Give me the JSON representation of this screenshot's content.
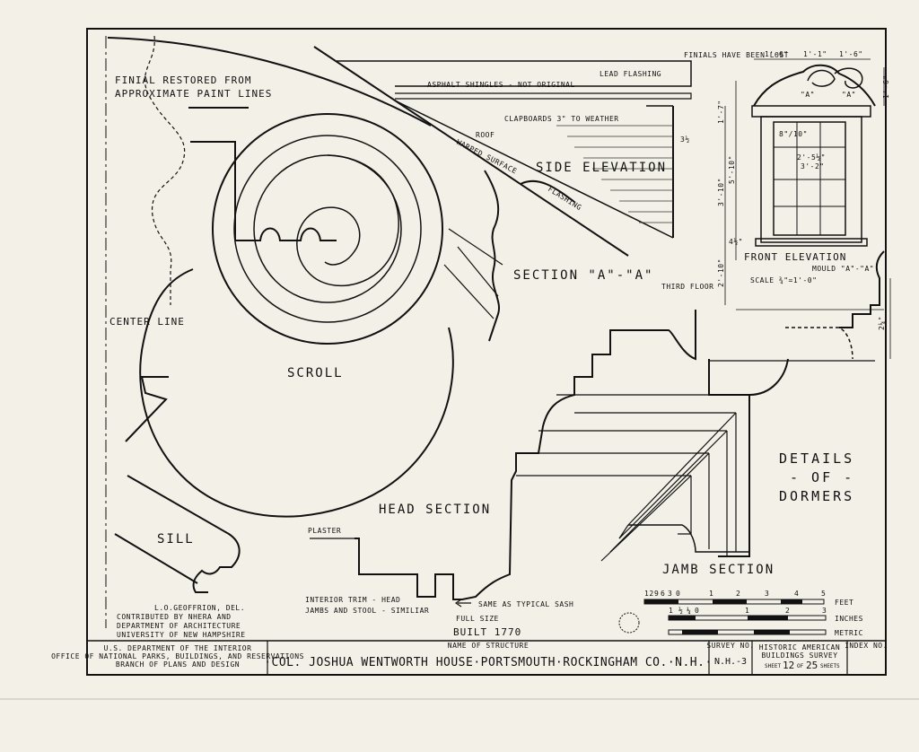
{
  "labels": {
    "finial_note_1": "FINIAL RESTORED FROM",
    "finial_note_2": "APPROXIMATE PAINT LINES",
    "center_line": "CENTER LINE",
    "scroll": "SCROLL",
    "sill": "SILL",
    "head_section": "HEAD SECTION",
    "jamb_section": "JAMB SECTION",
    "section_aa": "SECTION \"A\"-\"A\"",
    "side_elevation": "SIDE ELEVATION",
    "front_elevation": "FRONT ELEVATION",
    "mould_aa": "MOULD \"A\"-\"A\"",
    "scale": "SCALE ¾\"=1'-0\"",
    "third_floor": "THIRD FLOOR",
    "finials_lost": "FINIALS HAVE BEEN LOST",
    "lead_flashing": "LEAD FLASHING",
    "asphalt_shingles": "ASPHALT SHINGLES - NOT ORIGINAL",
    "clapboards": "CLAPBOARDS 3\" TO WEATHER",
    "roof": "ROOF",
    "warped_surface": "WARPED SURFACE",
    "flashing": "FLASHING",
    "plaster": "PLASTER",
    "interior_trim_1": "INTERIOR TRIM - HEAD",
    "interior_trim_2": "JAMBS AND STOOL - SIMILIAR",
    "same_as_sash": "SAME AS TYPICAL SASH",
    "full_size": "FULL SIZE",
    "built": "BUILT 1770",
    "details_1": "DETAILS",
    "details_2": "- OF -",
    "details_3": "DORMERS",
    "credit_1": "L.O.GEOFFRION, DEL.",
    "credit_2": "CONTRIBUTED BY NHERA AND",
    "credit_3": "DEPARTMENT OF ARCHITECTURE",
    "credit_4": "UNIVERSITY OF NEW HAMPSHIRE"
  },
  "dimensions": {
    "d1_6": "1'-6\"",
    "d1_1": "1'-1\"",
    "d1_6b": "1'-6\"",
    "d5_10": "5'-10\"",
    "d3_10": "3'-10\"",
    "d1_7": "1'-7\"",
    "d2_10": "2'-10\"",
    "d1_6v": "1'-6\"",
    "d4_half": "4½\"",
    "d8_10": "8\"/10\"",
    "d2_5half": "2'-5½\"",
    "d3_2": "3'-2\"",
    "d3_half": "3½",
    "d2_quarter": "2¼\"",
    "a_mark": "\"A\"",
    "a_mark2": "\"A\""
  },
  "scales": {
    "inch_ticks": [
      "12",
      "9",
      "6",
      "3",
      "0",
      "1",
      "2",
      "3",
      "4",
      "5"
    ],
    "inch_unit": "FEET",
    "cm_ticks": [
      "1",
      "½",
      "¼",
      "0",
      "1",
      "2",
      "3"
    ],
    "cm_unit": "INCHES",
    "metric_unit": "METRIC"
  },
  "title_block": {
    "agency_1": "U.S. DEPARTMENT OF THE INTERIOR",
    "agency_2": "OFFICE OF NATIONAL PARKS, BUILDINGS, AND RESERVATIONS",
    "agency_3": "BRANCH OF PLANS AND DESIGN",
    "name_label": "NAME OF STRUCTURE",
    "structure": "·COL. JOSHUA WENTWORTH HOUSE·PORTSMOUTH·ROCKINGHAM CO.·N.H.·",
    "survey_label": "SURVEY NO.",
    "survey_no": "N.H.-3",
    "habs_1": "HISTORIC AMERICAN",
    "habs_2": "BUILDINGS SURVEY",
    "sheet_word": "SHEET",
    "sheet_no": "12",
    "of_word": "OF",
    "sheet_total": "25",
    "sheets_word": "SHEETS",
    "index_label": "INDEX NO."
  }
}
